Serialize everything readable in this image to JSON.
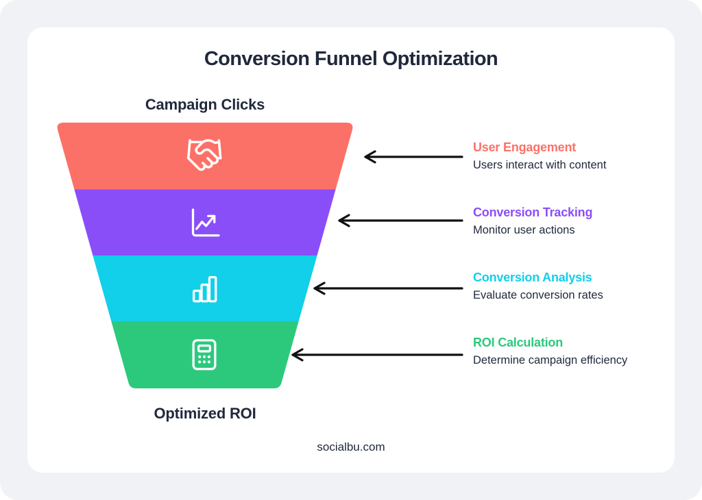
{
  "page": {
    "title": "Conversion Funnel Optimization",
    "footer": "socialbu.com",
    "background_color": "#F0F2F5",
    "card_color": "#FFFFFF",
    "text_color": "#20293C",
    "arrow_color": "#111111"
  },
  "funnel": {
    "top_label": "Campaign Clicks",
    "bottom_label": "Optimized ROI",
    "stages": [
      {
        "name": "User Engagement",
        "description": "Users interact with content",
        "color": "#FC7167",
        "icon": "handshake-icon"
      },
      {
        "name": "Conversion Tracking",
        "description": "Monitor user actions",
        "color": "#8A4EF9",
        "icon": "line-chart-icon"
      },
      {
        "name": "Conversion Analysis",
        "description": "Evaluate conversion rates",
        "color": "#12CFEA",
        "icon": "bar-chart-icon"
      },
      {
        "name": "ROI Calculation",
        "description": "Determine campaign efficiency",
        "color": "#2CC97D",
        "icon": "calculator-icon"
      }
    ]
  }
}
